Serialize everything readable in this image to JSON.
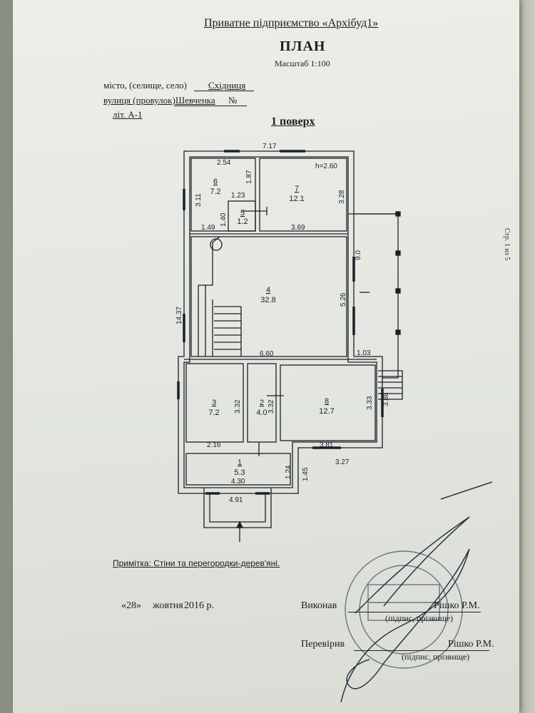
{
  "header": {
    "company": "Приватне підприємство «Архібуд1»",
    "title": "ПЛАН",
    "scale": "Масштаб 1:100"
  },
  "fields": {
    "city_label": "місто, (селище, село)",
    "city_value": "Східниця",
    "street_label": "вулиця (провулок)",
    "street_value": "Шевченка",
    "number_label": "№",
    "lit": "літ. А-1"
  },
  "floor_title": "1 поверх",
  "plan": {
    "dims": {
      "top": "7.17",
      "d254": "2.54",
      "d187": "1.87",
      "d311": "3.11",
      "d123": "1.23",
      "d140": "1.40",
      "d149": "1.49",
      "d369": "3.69",
      "d328": "3.28",
      "h": "h=2.60",
      "d90": "9.0",
      "d526": "5.26",
      "d1437": "14.37",
      "d660": "6.60",
      "d103": "1.03",
      "d332a": "3.32",
      "d332b": "3.32",
      "d333": "3.33",
      "d388": "3.88",
      "d216": "2.16",
      "d381": "3.81",
      "d327": "3.27",
      "d124": "1.24",
      "d145": "1.45",
      "d430": "4.30",
      "d491": "4.91"
    },
    "rooms": [
      {
        "num": "6",
        "area": "7.2"
      },
      {
        "num": "7",
        "area": "12.1"
      },
      {
        "num": "5",
        "area": "1.2"
      },
      {
        "num": "4",
        "area": "32.8"
      },
      {
        "num": "3",
        "area": "7.2"
      },
      {
        "num": "2",
        "area": "4.0"
      },
      {
        "num": "8",
        "area": "12.7"
      },
      {
        "num": "1",
        "area": "5.3"
      }
    ]
  },
  "note": "Примітка: Стіни та перегородки-дерев'яні.",
  "date": {
    "day": "«28»",
    "month": "жовтня",
    "year": "2016 р."
  },
  "executed": {
    "label": "Виконав",
    "name": "Рішко Р.М.",
    "hint": "(підпис, прізвище)"
  },
  "checked": {
    "label": "Перевірив",
    "name": "Рішко Р.М.",
    "hint": "(підпис, прізвище)"
  },
  "side_text": "Стр. 1 из 5",
  "colors": {
    "paper": "#e6e8e2",
    "ink": "#1a1d22",
    "stamp": "#5a6270"
  }
}
